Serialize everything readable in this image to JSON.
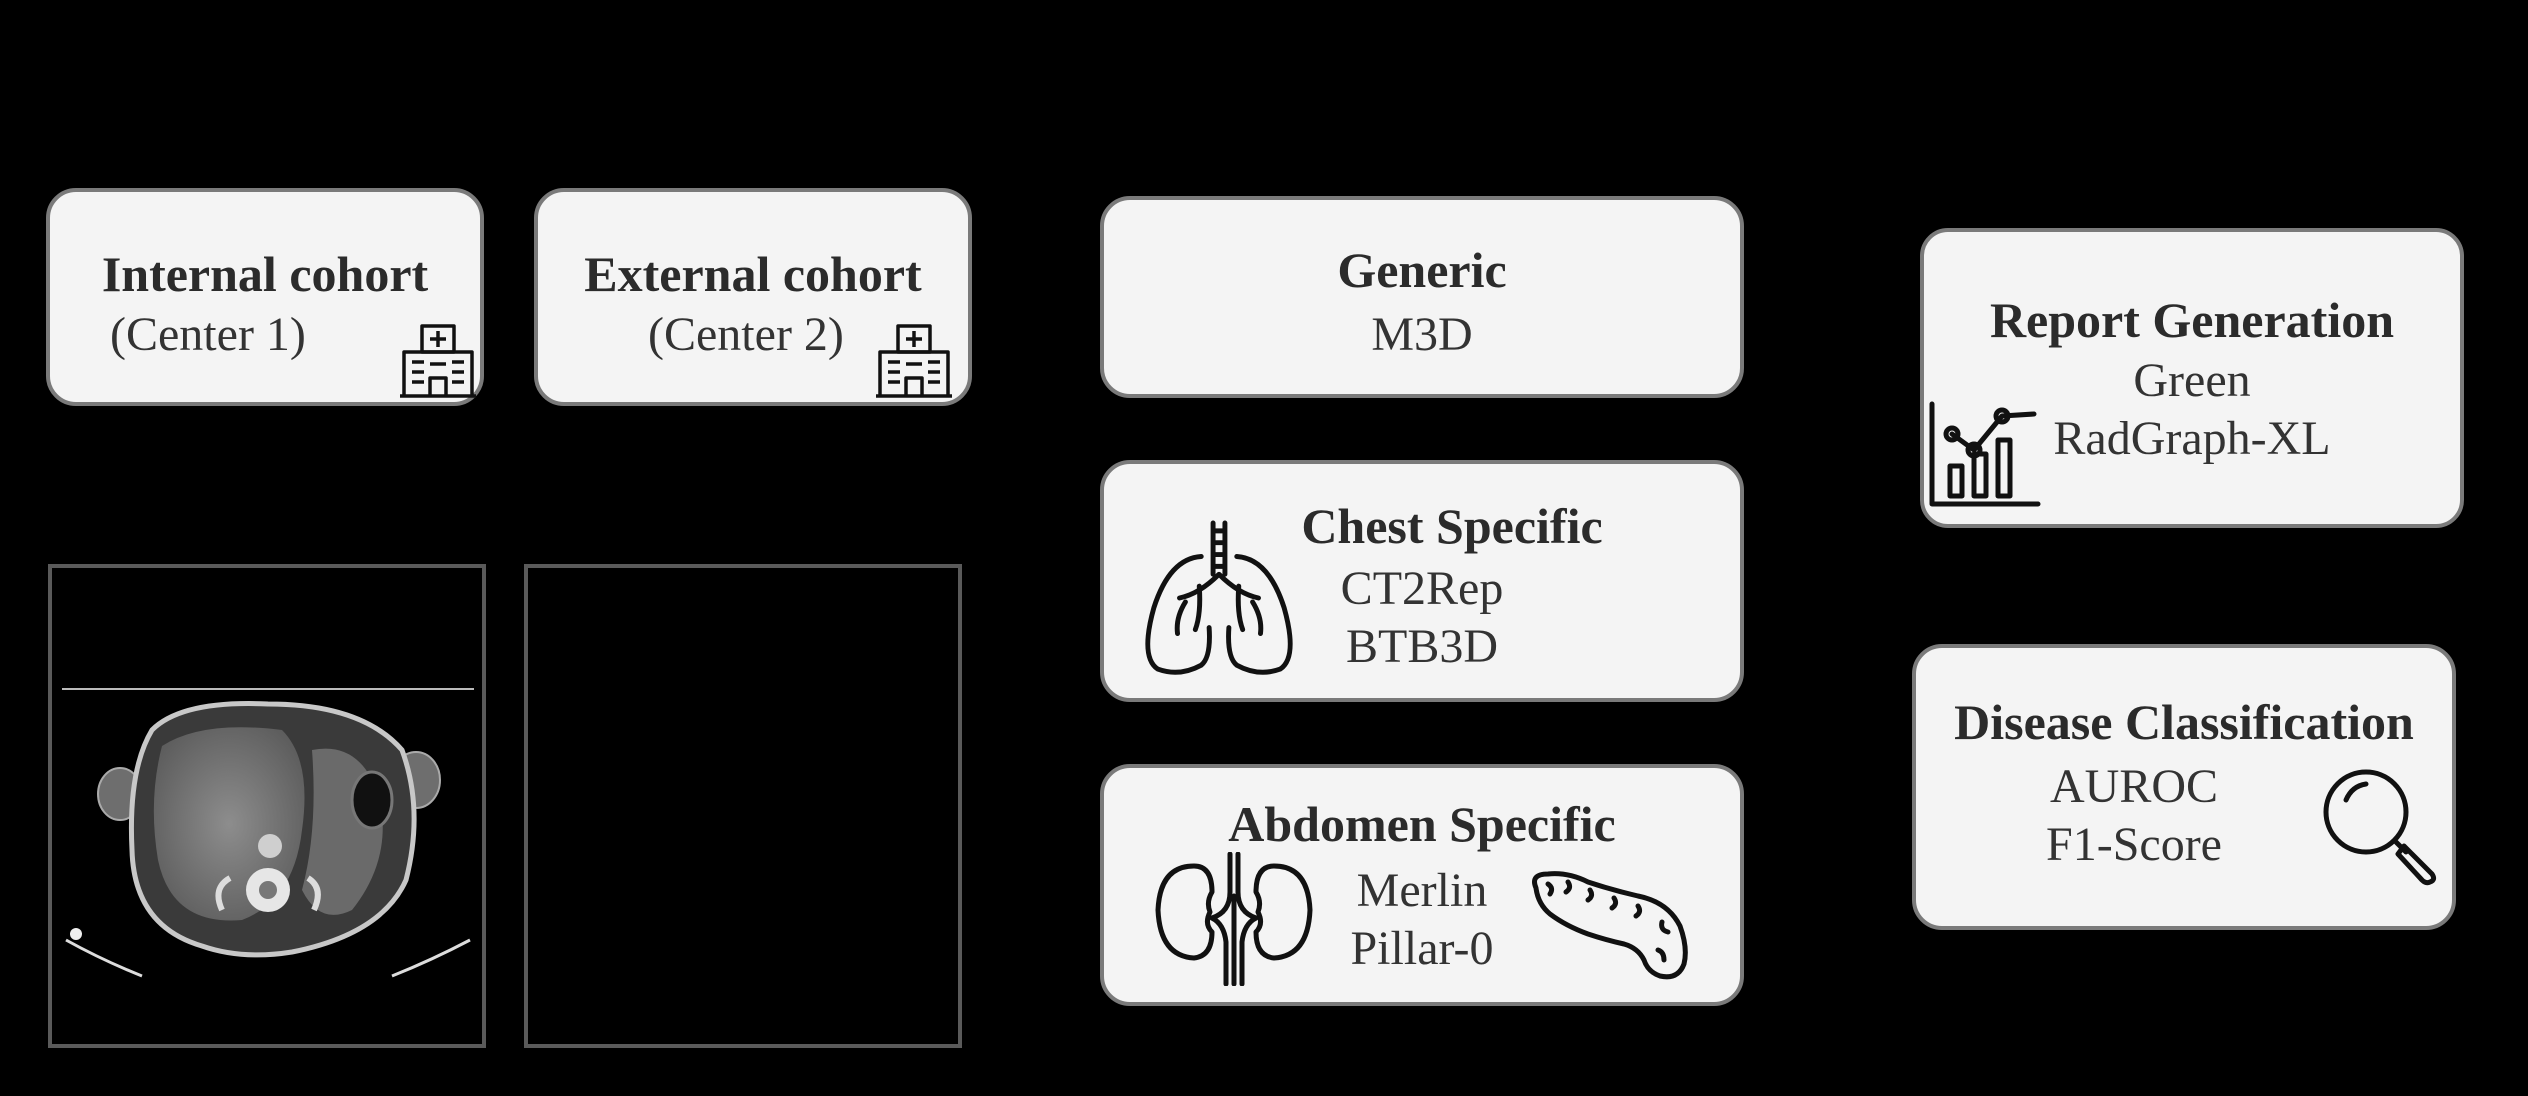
{
  "cohorts": [
    {
      "title": "Internal cohort",
      "center": "(Center 1)",
      "icon": "hospital-icon"
    },
    {
      "title": "External cohort",
      "center": "(Center 2)",
      "icon": "hospital-icon"
    }
  ],
  "models": {
    "generic": {
      "title": "Generic",
      "items": [
        "M3D"
      ]
    },
    "chest": {
      "title": "Chest Specific",
      "items": [
        "CT2Rep",
        "BTB3D"
      ],
      "icon": "lungs-icon"
    },
    "abdomen": {
      "title": "Abdomen Specific",
      "items": [
        "Merlin",
        "Pillar-0"
      ],
      "icons": [
        "kidneys-icon",
        "pancreas-icon"
      ]
    }
  },
  "metrics": {
    "report": {
      "title": "Report Generation",
      "items": [
        "Green",
        "RadGraph-XL"
      ],
      "icon": "chart-icon"
    },
    "disease": {
      "title": "Disease Classification",
      "items": [
        "AUROC",
        "F1-Score"
      ],
      "icon": "magnifier-icon"
    }
  },
  "images": [
    "ct-scan-image",
    "empty-image-frame"
  ]
}
